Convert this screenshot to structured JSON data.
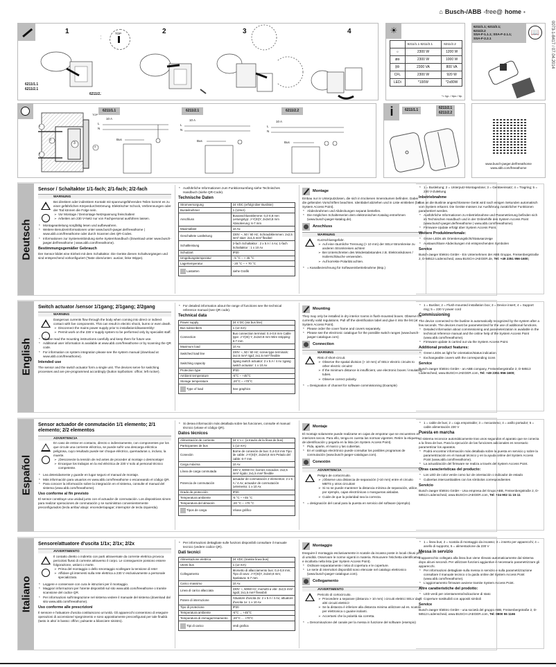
{
  "header": {
    "brand_prefix": "Busch-/ABB",
    "brand_mid": "-free@",
    "brand_suffix": "home",
    "registered": "®",
    "doc_code": "0073-1-8417 / 07.04.2014"
  },
  "install_steps": [
    {
      "number": "1",
      "top_label": "TOP",
      "models_a": "6211/1.1\n6211/2.1",
      "model_b": "6211/2.2"
    },
    {
      "number": "2"
    },
    {
      "number": "3"
    },
    {
      "number": "4"
    }
  ],
  "load_table": {
    "icon": "light-bulb-icon",
    "headers": [
      "",
      "6211/1.1 6211/2.1",
      "6211/2.2"
    ],
    "rows": [
      {
        "type": "incandescent-icon",
        "a": "2300 W",
        "b": "1200 W"
      },
      {
        "type": "halogen-transformer-icon",
        "a": "2300 W",
        "b": "1000 W"
      },
      {
        "type": "electronic-transformer-icon",
        "a": "2300 VA",
        "b": "800 VA"
      },
      {
        "type": "CFL",
        "a": "2300 W",
        "b": "920 W"
      },
      {
        "type": "LEDi",
        "a": "*100W",
        "b": "*2x80W"
      }
    ],
    "footnote": "*= typ. / tipo / tip."
  },
  "model_box": {
    "line1": "6211/1.1; 6211/2.1;",
    "line2": "6211/2.2",
    "line3": "SSA-F-1.1.1; SSA-F-2.1.1;",
    "line4": "SSA-F-2.2.1"
  },
  "wiring": {
    "section_label": "TOP",
    "callouts": [
      "1",
      "2",
      "3",
      "4",
      "5"
    ],
    "diagrams": [
      {
        "model": "6211/1.1",
        "fuse": "10 A",
        "L": "L",
        "N": "N",
        "bus": "Bus"
      },
      {
        "model": "6211/2.1",
        "fuse": "10 A",
        "L": "L",
        "N": "N",
        "bus": "Bus"
      },
      {
        "model": "6211/2.2",
        "fuse": "10 A",
        "L": "L",
        "N": "N",
        "bus": "Bus"
      }
    ]
  },
  "info_panel": {
    "icon": "i",
    "model_a": "6211/1.1",
    "model_b1": "6211/2.1",
    "model_b2": "6211/2.2"
  },
  "qr": {
    "url1": "www.busch-jaeger.de/freeathome",
    "url2": "www.abb.com/freeathome"
  },
  "sections": [
    {
      "language": "Deutsch",
      "title": "Sensor / Schaltaktor 1/1-fach; 2/1-fach; 2/2-fach",
      "warning_title": "WARNUNG",
      "warning_text": "Bei direktem oder indirektem Kontakt mit spannungsführenden Teilen kommt es zu einer gefährlichen Körperdurchströmung. Elektrischer Schock, Verbrennungen oder der Tod können die Folge sein.",
      "warning_bullets": [
        "Vor Montage / Demontage Netzspannung freischalten!",
        "Arbeiten am 230 V-Netz nur von Fachpersonal ausführen lassen."
      ],
      "bullets": [
        "Montageanleitung sorgfältig lesen und aufbewahren.",
        "Weitere Benutzerinformationen unter www.busch-jaeger.de/freeathome | www.abb.com/freeathome oder durch Scannen des QR-Codes.",
        "Informationen zur Systemeinbindung siehe Systemhandbuch (Download unter www.busch-jaeger.de/freeathome | www.abb.com/freeathome)."
      ],
      "intended_title": "Bestimmungsgemäßer Gebrauch",
      "intended_text": "Der Sensor bildet eine Einheit mit dem Schaltaktor. Die Geräte dienen Schaltvorgängen und sind entsprechend vorkonfiguriert (Taste oben/unten: aus/an; linke Wippe).",
      "tech_intro": "Ausführliche Informationen zum Funktionsumfang siehe Technisches Handbuch (siehe QR-Code).",
      "tech_title": "Technische Daten",
      "tech_rows": [
        [
          "Stromversorgung",
          "24 VDC (erfolgt über Buslinie)"
        ],
        [
          "Busteilnehmer",
          "1 (12mA)"
        ],
        [
          "Anschluss",
          "Busanschlussklemme: 0,4-0,8 mm Leitungstyp: J-Y(St)Y, 2x2x0,8 mm Abisolierung: 6-7 mm"
        ],
        [
          "Maximallast",
          "10 Ax"
        ],
        [
          "Geschaltete Lastleitung",
          "230V ~, 50 / 60 Hz; Schraubklemmen: 2x2,5 mm² starr; 2x1,5 mm² flexibel"
        ],
        [
          "Schaltleistung",
          "2-fach Schaltaktor : 2 x 5 A / 4 Ax; 1-fach Schaltaktor : 1 x 10 Ax"
        ],
        [
          "Schutzart",
          "IP20"
        ],
        [
          "Umgebungstemperatur",
          "- 5 °C – + 45 °C"
        ],
        [
          "Lagertemperatur",
          "- 20 °C – + 70 °C"
        ],
        [
          "Lastarten",
          "siehe Grafik"
        ]
      ],
      "mount_title": "Montage",
      "mount_text": "Einbau nur in Unterputzdosen, die sich in trockenen Innenräumen befinden. Dabei die geltenden Vorschriften beachten. Identlabel abziehen und in Liste einkleben (bei System Access Point).",
      "mount_bullets": [
        "Abdeckrahmen und Abdeckungen separat bestellen.",
        "Die möglichen Schalterserien dem elektronischen Katalog entnehmen (www.busch-jaeger-katalog.de)."
      ],
      "conn_title": "Anschluss",
      "conn_warning_title": "WARNUNG",
      "conn_warning_text": "Kurzschlussgefahr.",
      "conn_warning_bullets": [
        "Auf eine räumliche Trennung (> 10 mm) der SELV-Stromkreise zu anderen Stromkreisen achten!",
        "Bei Unterschreiten des Mindestabstandes z.B. Elektronikdosen / Isolierschläuche verwenden.",
        "Auf korrekte Polarität achten."
      ],
      "conn_note": "= Kanalbezeichnung für Softwareinbetriebnahme (Bsp.)",
      "legend": "1 = Busleitung; 2 = Unterputz-Montagedose; 3 = Geräteeinsatz; 4 = Tragring; 5 = 230 V-Zuleitung",
      "comm_title": "Inbetriebnahme",
      "comm_text": "Das an die Buslinie angeschlossene Gerät wird nach einigen Sekunden automatisch vom System erkannt. Die Geräte müssen zur Ausführung zusätzlicher Funktionen parametriert werden.",
      "comm_bullets": [
        "Ausführliche Informationen zu Inbetriebnahme und Parametrierung befinden sich im Technischen Handbuch und in der Onlinehilfe des System Access Point (www.busch-jaeger.de/freeathome | www.abb.com/freeathome).",
        "Firmware-Update erfolgt über System Access Point."
      ],
      "features_title": "Weitere Produktmerkmale:",
      "features": [
        "Grüne LEDs als Orientierungslicht/Statusanzeige",
        "Austauschbare Abdeckungen mit entsprechenden Symbolen"
      ],
      "service_title": "Service",
      "service_text": "Busch-Jaeger Elektro GmbH - Ein Unternehmen der ABB Gruppe, Freisenbergstraße 2, D-58513 Lüdenscheid, www.BUSCH-JAEGER.de,",
      "service_tel": "Tel: +49 2351 956-1600;"
    },
    {
      "language": "English",
      "title": "Switch actuator /sensor 1/1gang; 2/1gang; 2/2gang",
      "warning_title": "WARNING",
      "warning_text": "Dangerous currents flow through the body when coming into direct or indirect contact with live components. This can result in electric shock, burns or even death.",
      "warning_bullets": [
        "Disconnect the mains power supply prior to installation/disassembly!",
        "Permit work on the 230 V supply system to be performed only by specialist staff."
      ],
      "bullets": [
        "Please read the mounting instructions carefully and keep them for future use.",
        "Additional user information is available at www.abb.com/freeathome or by scanning the QR code.",
        "For information on system integration please see the system manual (download at www.abb.com/freeathome)."
      ],
      "intended_title": "Intended use",
      "intended_text": "The sensor and the switch actuator form a single unit. The devices serve for switching processes and are pre-programmed accordingly (button top/bottom: off/on; left rocker).",
      "tech_intro": "For detailed information about the range of functions see the technical reference manual (see QR code).",
      "tech_title": "Technical data",
      "tech_rows": [
        [
          "Power supply",
          "24 V DC (via bus line)"
        ],
        [
          "Bus subscribers",
          "1 (12 mA)"
        ],
        [
          "Connection",
          "Bus connection terminal: 0.4-0.8 mm Cable type: J-Y(St) Y, 2x2x0.8 mm Wire stripping: 6-7 mm"
        ],
        [
          "Maximum load",
          "10 Ax"
        ],
        [
          "Switched load line",
          "230V ~, 50 / 60 Hz; screw-type terminals: 2x2.5 mm² rigid; 2x1.5 mm² flexible"
        ],
        [
          "Switching capacity",
          "2gang switch actuator: 2 x 5 A / 4 Ax 1gang switch actuator: 1 x 10 Ax"
        ],
        [
          "Protection type",
          "IP20"
        ],
        [
          "Ambient temperature",
          "-5°C – +45°C"
        ],
        [
          "Storage temperature",
          "-20°C – +70°C"
        ],
        [
          "Type of load",
          "See graphics"
        ]
      ],
      "mount_title": "Mounting",
      "mount_text": "They may only be installed in dry interior rooms in flush-mounted boxes. Observe the currently valid regulations. Pull off the identification label and glue it into the list (at System Access Point).",
      "mount_bullets": [
        "Please order the cover frame and covers separately.",
        "Please see the electronic catalogue for the possible switch ranges (www.busch-jaeger-catalogue.com)"
      ],
      "conn_title": "Connection",
      "conn_warning_title": "WARNING",
      "conn_warning_text": "Risk of short-circuit.",
      "conn_warning_bullets": [
        "Observe the spatial division (> 10 mm) of SELV electric circuits to other electric circuits!",
        "If the minimum distance is insufficient, use electronic boxes / insulating tubes.",
        "Observe correct polarity."
      ],
      "conn_note": "= Designation of channel for software commissioning (Example)",
      "legend": "1 = Busline; 2 = Flush-mounted installation box; 3 = Device insert; 4 = Support ring; 5 = 230 V power cord",
      "comm_title": "Commissioning",
      "comm_text": "The device connected to the busline is automatically recognized by the system after a few seconds. The devices must be parameterized for the use of additional functions.",
      "comm_bullets": [
        "Detailed information about commissioning and parameterization is available in the technical reference manual and the online help of the System Access Point (www.abb.com/freeathome).",
        "Firmware update is carried out via the System Access Point."
      ],
      "features_title": "Additional product features:",
      "features": [
        "Green LEDs as light for orientation/status indication",
        "Exchangeable covers with the corresponding icons"
      ],
      "service_title": "Service",
      "service_text": "Busch-Jaeger Elektro GmbH - an ABB company, Freisenbergstraße 2, D-58513 Lüdenscheid, www.BUSCH-JAEGER.com,",
      "service_tel": "Tel: +49 2351 956-1600;"
    },
    {
      "language": "Español",
      "title": "Sensor actuador de conmutación 1/1 elemento; 2/1 elemento; 2/2 elementos",
      "warning_title": "ADVERTENCIA",
      "warning_text": "En caso de entrar en contacto, directo o indirectamente, con componentes por los que circule una corriente eléctrica, se puede sufrir una descarga eléctrica peligrosa, cuyo resultado puede ser choque eléctrico, quemaduras o, incluso, la muerte.",
      "warning_bullets": [
        "¡Desconecte la tensión de red antes de proceder al montaje o desmontaje!",
        "Encargue los trabajos en la red eléctrica de 230 V solo al personal técnico competente."
      ],
      "bullets": [
        "Lea detenidamente y guarde en lugar seguro el manual de montaje.",
        "Más información para usuarios en www.abb.com/freeathome o escaneando el código QR.",
        "Para conocer la información sobre la integración en el sistema, consulte el manual del sistema (www.abb.com/freeathome)."
      ],
      "intended_title": "Uso conforme al fin previsto",
      "intended_text": "El sensor constituye una unidad junto con el actuador de conmutación. Los dispositivos sirven para realizar operaciones de conmutación y se suministran convenientemente preconfigurados (tecla arriba/ abajo: encender/apagar; interruptor de tecla izquierda).",
      "tech_intro": "Si desea información más detallada sobre las funciones, consulte el manual técnico (véase el código QR).",
      "tech_title": "Datos técnicos",
      "tech_rows": [
        [
          "Alimentación de corriente",
          "24 V c.c. (a través de la línea de bus)"
        ],
        [
          "Participantes de bus",
          "1 (12 mA)"
        ],
        [
          "Conexión",
          "Borne de conexión de bus: 0,4-0,8 mm Tipo de cable: J-Y(St)Y, 2x2x0,8 mm Pelado del cable: 6-7 mm"
        ],
        [
          "Carga máxima",
          "10 Ax"
        ],
        [
          "Línea de carga conmutada",
          "230 V, 50/60 Hz; bornes roscados: 2x2,5 mm² rígido; 2x1,5 mm² flexible"
        ],
        [
          "Potencia de conmutación",
          "actuador de conmutación 2 elementos: 2 x 5 A / 4 Ax; actuador de conmutación 1elemento: 1 x 10 Ax"
        ],
        [
          "Grado de protección",
          "IP20"
        ],
        [
          "Temperatura ambiente",
          "-5 °C – +45 °C"
        ],
        [
          "Temperatura del almacén",
          "-20 °C – +70 °C"
        ],
        [
          "Tipos de carga",
          "Véase gráfico"
        ]
      ],
      "mount_title": "Montaje",
      "mount_text": "El montaje solamente puede realizarse en cajas de empotrar que se encuentren en interiores secos. Para ello, tenga en cuenta las normas vigentes. Retire la etiqueta de identificación y pegarla en la lista (en System Access Point).",
      "mount_bullets": [
        "Pida, aparte, el marco y las cubiertas.",
        "En el catálogo electrónico puede consultar los posibles programas de conmutación (www.busch-jaeger-catalogue.com)."
      ],
      "conn_title": "Conexión",
      "conn_warning_title": "ADVERTENCIA",
      "conn_warning_text": "Peligro de cortocircuito.",
      "conn_warning_bullets": [
        "¡Observe una distancia de separación (>10 mm) entre el circuito MBTS y otros circuitos!",
        "Si no se puede mantener la distancia mínima de separación, utilice, por ejemplo, cajas electrónicas o mangueras aisladas.",
        "Cuide de que la polaridad sea la correcta."
      ],
      "conn_note": "= designación del canal para la puesta en servicio del software (ejemplo).",
      "legend": "1 = cable de bus; 2 = caja empotrable; 3 = mecanismo; 4 = anillo portador; 5 = cable alimentación 230 V",
      "comm_title": "Puesta en marcha",
      "comm_text": "El sistema reconoce automáticamente tras unos segundos el aparato que se conecta a la línea de bus. Para la ejecución de las funciones adicionales es necesario parametrizar los aparatos.",
      "comm_bullets": [
        "Podrá encontrar información más detallada sobre la puesta en servicio y sobre la parametrización en el manual técnico y en la ayuda online del System Access Point (www.abb.com/freeathome).",
        "La actualización del firmware se realiza a través del System Access Point."
      ],
      "features_title": "Otras características del producto:",
      "features": [
        "Los LED de color verde como luz de orientación o indicador de estado",
        "Cubiertas intercambiables con los símbolos correspondientes"
      ],
      "service_title": "Servicio",
      "service_text": "Busch-Jaeger Elektro GmbH - Una empresa del Grupo ABB, Freisenbergstraße 2, D-58513 Lüdenscheid, www.BUSCH-JAEGER.com,",
      "service_tel": "Tel: +34 902 11 15 11"
    },
    {
      "language": "Italiano",
      "title": "Sensore/attuatore d'uscita 1/1x; 2/1x; 2/2x",
      "warning_title": "AVVERTIMENTO",
      "warning_text": "Il contatto diretto o indiretto con parti attraversate da corrente elettrica provoca pericolosi flussi di corrente attraverso il corpo. Le conseguenze possono essere folgorazione, ustioni o morte.",
      "warning_bullets": [
        "Prima del montaggio o dello smontaggio scollegare la tensione di rete!",
        "Affidare gli interventi sulla rete elettrica a 230 V esclusivamente a personale specializzato."
      ],
      "bullets": [
        "Leggere e conservare con cura le istruzioni per il montaggio.",
        "Maggiori informazioni per l'utente disponibili sul sito www.abb.com/freeathome o tramite scansione del codice QR.",
        "Per informazioni sull'integrazione nel sistema vedere il manuale del sistema (download dal sito www.abb.com/freeathome)."
      ],
      "intended_title": "Uso conforme alle prescrizioni",
      "intended_text": "Il sensore e l'attuatore d'uscita costituiscono un'unità. Gli apparecchi consentono di eseguire operazioni di accensione/ spegnimento e sono appositamente preconfigurati per tale finalità (tasto in alto/ in basso: off/on; pulsante a bilanciere sinistro).",
      "tech_intro": "Per informazioni dettagliate sulle funzioni disponibili consultare il manuale tecnico (vedere codice QR).",
      "tech_title": "Dati tecnici",
      "tech_rows": [
        [
          "Alimentazione elettrica",
          "24 VDC (tramite linea bus)"
        ],
        [
          "Utenti bus",
          "1 (12 mA)"
        ],
        [
          "Collegamento",
          "Morsetto di allacciamento bus: 0,4-0,8 mm; Tipo di cavo: J-Y(St)Y, 2x2x0,8 mm; Spelatura: 6-7 mm"
        ],
        [
          "Carico massimo",
          "10 Ax"
        ],
        [
          "Linea di carico allacciata",
          "230V ~, 50/60 Hz; morsetti a vite: 2x2,5 mm² rigidi; 2x1,5 mm² flessibili"
        ],
        [
          "Potere di interruzione",
          "Attuatore d'uscita 2x: 2 x 5 A / 4 Ax; attuatore d'uscita 1x: 1 x 10 Ax"
        ],
        [
          "Tipo di protezione",
          "IP20"
        ],
        [
          "Temperatura ambiente",
          "-5°C ... +45°C"
        ],
        [
          "Temperatura di immagazzinamento",
          "-20°C ... +70°C"
        ],
        [
          "Tipi di carico",
          "Vedi grafica"
        ]
      ],
      "mount_title": "Montaggio",
      "mount_text": "Eseguire il montaggio esclusivamente in scatole da incasso poste in locali chiusi privi di umidità. Osservare le norme vigenti in materia. Rimuovere l'etichetta identificativa e incollarla nella lista (per System Access Point).",
      "mount_bullets": [
        "Ordinare separatamente i telai di copertura e le coperture.",
        "Le serie di interruttori disponibili sono elencate nel catalogo elettronico (www.busch-jaeger-catalogue.com)."
      ],
      "conn_title": "Collegamento",
      "conn_warning_title": "AVVERTIMENTO",
      "conn_warning_text": "Pericolo di cortocircuito.",
      "conn_warning_bullets": [
        "Provvedere a separare (distanza > 10 mm) i circuiti elettrici SELV dagli altri circuiti elettrici!",
        "Se la distanza è inferiore alla distanza minima utilizzare ad es. scatole per elettronica o guaine isolanti.",
        "Accertarsi che la polarità sia corretta."
      ],
      "conn_note": "= Denominazione del canale per la messa in funzione del software (esempio)",
      "legend": "1 = linea bus; 2 = scatola di montaggio da incasso; 3 = inserto per apparecchi; 4 = anello di supporto; 5 = alimentazione da 230 V",
      "comm_title": "Messa in servizio",
      "comm_text": "L'apparecchio collegato alla linea bus viene rilevato automaticamente dal sistema dopo alcuni secondi. Per utilizzare funzioni aggiuntive è necessario parametrizzare gli apparecchi.",
      "comm_bullets": [
        "Per informazioni dettagliate sulla messa in servizio e sulla parametrizzazione consultare il manuale tecnico o la guida online del System Access Point (www.abb.com/freeathome).",
        "L'aggiornamento firmware avviene tramite System Access Point."
      ],
      "features_title": "Altre caratteristiche del prodotto:",
      "features": [
        "LED verdi per orientamento/indicazione di stato",
        "Coperture sostituibili con appositi simboli"
      ],
      "service_title": "Service",
      "service_text": "Busch-Jaeger Elektro GmbH - una società del gruppo ABB, Freisenbergstraße 2, D-58513 Lüdenscheid, www.BUSCH-JAEGER.com,",
      "service_tel": "Tel: 0800 55 1166"
    }
  ]
}
